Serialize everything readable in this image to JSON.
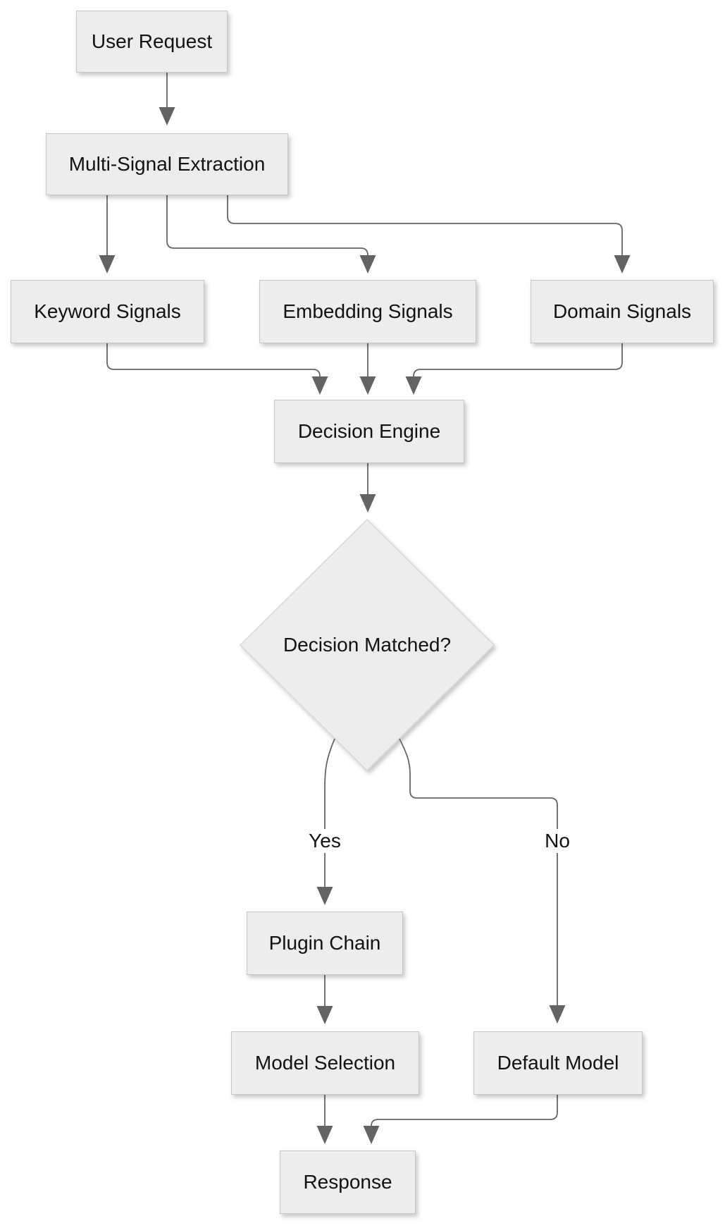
{
  "diagram": {
    "type": "flowchart",
    "direction": "top-down",
    "nodes": {
      "user_request": {
        "label": "User Request",
        "shape": "rect"
      },
      "multi_signal": {
        "label": "Multi-Signal Extraction",
        "shape": "rect"
      },
      "keyword_signals": {
        "label": "Keyword Signals",
        "shape": "rect"
      },
      "embedding_signals": {
        "label": "Embedding Signals",
        "shape": "rect"
      },
      "domain_signals": {
        "label": "Domain Signals",
        "shape": "rect"
      },
      "decision_engine": {
        "label": "Decision Engine",
        "shape": "rect"
      },
      "decision_matched": {
        "label": "Decision Matched?",
        "shape": "diamond"
      },
      "plugin_chain": {
        "label": "Plugin Chain",
        "shape": "rect"
      },
      "model_selection": {
        "label": "Model Selection",
        "shape": "rect"
      },
      "default_model": {
        "label": "Default Model",
        "shape": "rect"
      },
      "response": {
        "label": "Response",
        "shape": "rect"
      }
    },
    "edge_labels": {
      "yes": "Yes",
      "no": "No"
    },
    "edges": [
      {
        "from": "User Request",
        "to": "Multi-Signal Extraction",
        "label": ""
      },
      {
        "from": "Multi-Signal Extraction",
        "to": "Keyword Signals",
        "label": ""
      },
      {
        "from": "Multi-Signal Extraction",
        "to": "Embedding Signals",
        "label": ""
      },
      {
        "from": "Multi-Signal Extraction",
        "to": "Domain Signals",
        "label": ""
      },
      {
        "from": "Keyword Signals",
        "to": "Decision Engine",
        "label": ""
      },
      {
        "from": "Embedding Signals",
        "to": "Decision Engine",
        "label": ""
      },
      {
        "from": "Domain Signals",
        "to": "Decision Engine",
        "label": ""
      },
      {
        "from": "Decision Engine",
        "to": "Decision Matched?",
        "label": ""
      },
      {
        "from": "Decision Matched?",
        "to": "Plugin Chain",
        "label": "Yes"
      },
      {
        "from": "Decision Matched?",
        "to": "Default Model",
        "label": "No"
      },
      {
        "from": "Plugin Chain",
        "to": "Model Selection",
        "label": ""
      },
      {
        "from": "Model Selection",
        "to": "Response",
        "label": ""
      },
      {
        "from": "Default Model",
        "to": "Response",
        "label": ""
      }
    ],
    "colors": {
      "background": "#ffffff",
      "node_fill": "#ededed",
      "node_border": "#c6c6c6",
      "connector": "#666666",
      "text": "#121212"
    }
  }
}
